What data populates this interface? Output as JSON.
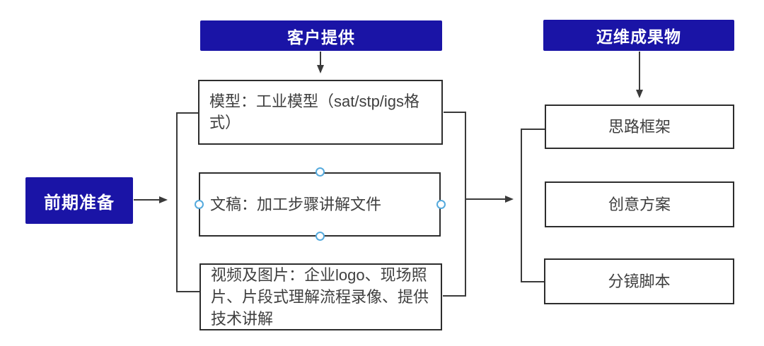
{
  "diagram": {
    "prep": {
      "label": "前期准备"
    },
    "client": {
      "header": "客户提供",
      "items": [
        {
          "label": "模型：工业模型（sat/stp/igs格式）"
        },
        {
          "label": "文稿：加工步骤讲解文件",
          "selected": true
        },
        {
          "label": "视频及图片：企业logo、现场照片、片段式理解流程录像、提供技术讲解"
        }
      ]
    },
    "deliverables": {
      "header": "迈维成果物",
      "items": [
        {
          "label": "思路框架"
        },
        {
          "label": "创意方案"
        },
        {
          "label": "分镜脚本"
        }
      ]
    }
  },
  "colors": {
    "primary_blue": "#1a14a6",
    "box_border": "#2d2d2d",
    "connector_line": "#3a3a3a",
    "body_text": "#3f3f3f",
    "selection_handle_stroke": "#55aadd",
    "selection_handle_fill": "#ffffff",
    "background": "#ffffff"
  }
}
